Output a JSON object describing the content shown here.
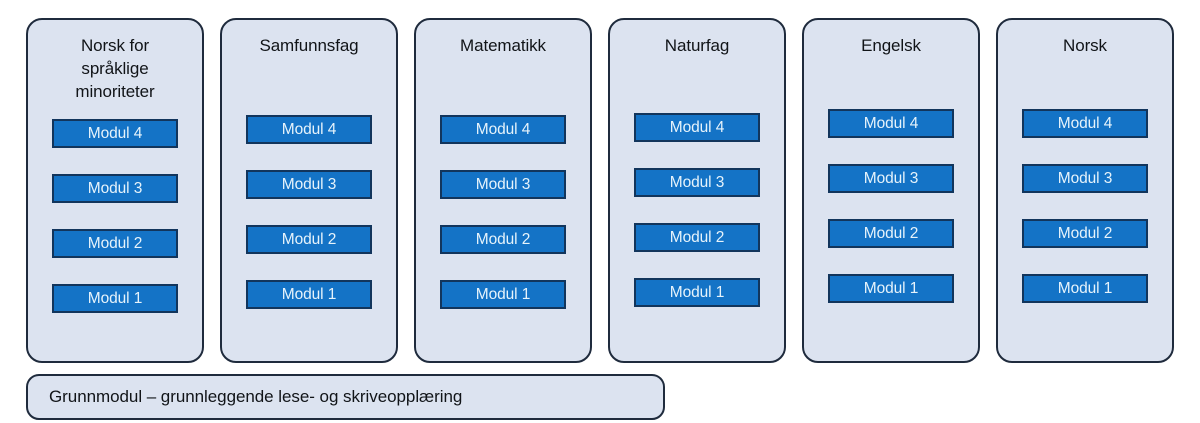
{
  "diagram": {
    "title_text": "",
    "colors": {
      "card_fill": "#dce3f0",
      "card_border": "#1f2b3d",
      "module_fill": "#1473c6",
      "module_border": "#12355c",
      "module_text": "#e6f3fb",
      "title_text": "#111418",
      "background": "#ffffff"
    },
    "columns": [
      {
        "title": "Norsk for\nspråklige\nminoriteter",
        "modules": [
          "Modul 4",
          "Modul 3",
          "Modul 2",
          "Modul 1"
        ]
      },
      {
        "title": "Samfunnsfag",
        "modules": [
          "Modul 4",
          "Modul 3",
          "Modul 2",
          "Modul 1"
        ]
      },
      {
        "title": "Matematikk",
        "modules": [
          "Modul 4",
          "Modul 3",
          "Modul 2",
          "Modul 1"
        ]
      },
      {
        "title": "Naturfag",
        "modules": [
          "Modul 4",
          "Modul 3",
          "Modul 2",
          "Modul 1"
        ]
      },
      {
        "title": "Engelsk",
        "modules": [
          "Modul 4",
          "Modul 3",
          "Modul 2",
          "Modul 1"
        ]
      },
      {
        "title": "Norsk",
        "modules": [
          "Modul 4",
          "Modul 3",
          "Modul 2",
          "Modul 1"
        ]
      }
    ],
    "base_bar": {
      "label": "Grunnmodul – grunnleggende lese- og skriveopplæring"
    }
  }
}
